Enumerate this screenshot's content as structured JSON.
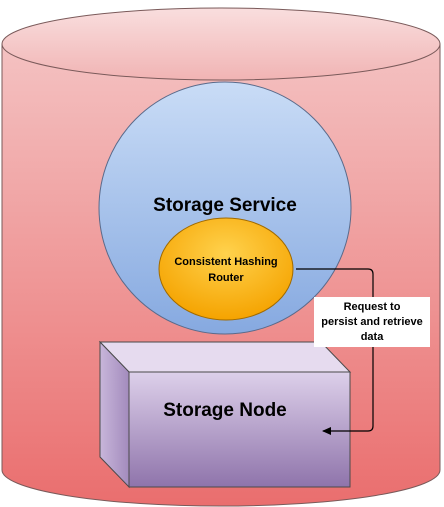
{
  "diagram": {
    "storage_service_label": "Storage Service",
    "router_label_line1": "Consistent Hashing",
    "router_label_line2": "Router",
    "storage_node_label": "Storage Node",
    "request_label_line1": "Request to",
    "request_label_line2": "persist and retrieve",
    "request_label_line3": "data"
  },
  "colors": {
    "cylinder_top": "#f4c9c9",
    "cylinder_body": "#ee8585",
    "storage_service_fill": "#a9c5ec",
    "router_fill": "#ffb300",
    "storage_node_fill": "#b9a3c9",
    "outline": "#5a5a5a"
  }
}
